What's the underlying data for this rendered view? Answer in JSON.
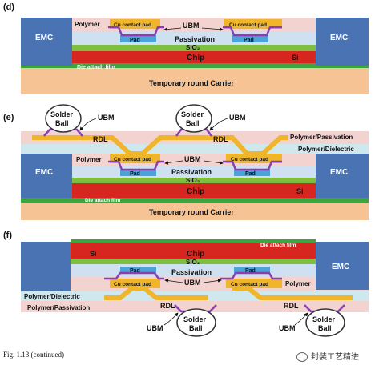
{
  "colors": {
    "emc": "#4a73b3",
    "polymer": "#f3d3cf",
    "polymerDielectric": "#cfe8ee",
    "passivation": "#cfe0f0",
    "sio2": "#7fbf3f",
    "chip": "#d7261f",
    "dieAttach": "#3fa33f",
    "carrier": "#f6c394",
    "pad": "#4aa3d9",
    "cuPad": "#f0b52a",
    "ubm": "#8a3fb0",
    "rdl": "#f0b52a",
    "solderBall": "#ffffff"
  },
  "panel_d": {
    "tag": "(d)",
    "emc_left": "EMC",
    "emc_right": "EMC",
    "polymer": "Polymer",
    "cu_pad_1": "Cu contact pad",
    "cu_pad_2": "Cu contact pad",
    "ubm": "UBM",
    "pad_1": "Pad",
    "pad_2": "Pad",
    "passivation": "Passivation",
    "sio2": "SiO₂",
    "chip": "Chip",
    "si": "Si",
    "die_attach": "Die attach film",
    "carrier": "Temporary round Carrier"
  },
  "panel_e": {
    "tag": "(e)",
    "solder_ball_1": [
      "Solder",
      "Ball"
    ],
    "solder_ball_2": [
      "Solder",
      "Ball"
    ],
    "ubm_1": "UBM",
    "ubm_2": "UBM",
    "rdl_1": "RDL",
    "rdl_2": "RDL",
    "polymer_passivation": "Polymer/Passivation",
    "polymer_dielectric": "Polymer/Dielectric",
    "emc_left": "EMC",
    "emc_right": "EMC",
    "polymer": "Polymer",
    "cu_pad_1": "Cu contact pad",
    "cu_pad_2": "Cu contact pad",
    "ubm_inner": "UBM",
    "pad_1": "Pad",
    "pad_2": "Pad",
    "passivation": "Passivation",
    "sio2": "SiO₂",
    "chip": "Chip",
    "si": "Si",
    "die_attach": "Die attach film",
    "carrier": "Temporary round Carrier"
  },
  "panel_f": {
    "tag": "(f)",
    "die_attach": "Die attach film",
    "si": "Si",
    "chip": "Chip",
    "sio2": "SiO₂",
    "pad_1": "Pad",
    "pad_2": "Pad",
    "passivation": "Passivation",
    "emc_right": "EMC",
    "cu_pad_1": "Cu contact pad",
    "cu_pad_2": "Cu contact pad",
    "ubm_inner": "UBM",
    "polymer": "Polymer",
    "polymer_dielectric": "Polymer/Dielectric",
    "polymer_passivation": "Polymer/Passivation",
    "rdl_1": "RDL",
    "rdl_2": "RDL",
    "ubm_1": "UBM",
    "ubm_2": "UBM",
    "solder_ball_1": [
      "Solder",
      "Ball"
    ],
    "solder_ball_2": [
      "Solder",
      "Ball"
    ]
  },
  "caption": "Fig. 1.13  (continued)",
  "watermark": "封装工艺精进"
}
